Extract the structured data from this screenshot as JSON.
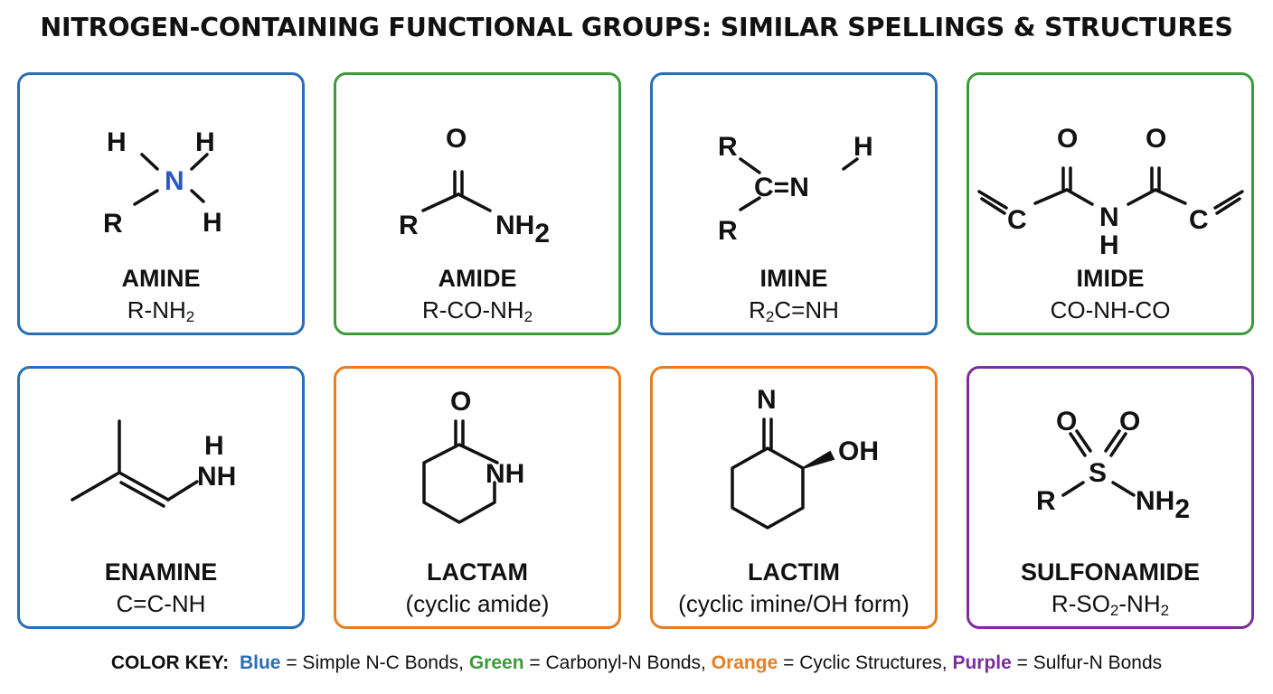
{
  "title": "NITROGEN-CONTAINING FUNCTIONAL GROUPS: SIMILAR SPELLINGS & STRUCTURES",
  "colors": {
    "blue": "#2a6fb3",
    "green": "#3d9a3a",
    "orange": "#e67e22",
    "purple": "#7b2f9e",
    "nitrogen_atom": "#2a55c4"
  },
  "cards": [
    {
      "name": "AMINE",
      "formula_parts": [
        "R-NH",
        "2",
        ""
      ],
      "color": "blue",
      "atoms": {
        "h1": "H",
        "h2": "H",
        "h3": "H",
        "n": "N",
        "r": "R"
      }
    },
    {
      "name": "AMIDE",
      "formula_parts": [
        "R-CO-NH",
        "2",
        ""
      ],
      "color": "green",
      "atoms": {
        "o": "O",
        "r": "R",
        "nh": "NH",
        "sub": "2"
      }
    },
    {
      "name": "IMINE",
      "formula_parts": [
        "R",
        "2",
        "C=NH"
      ],
      "color": "blue",
      "atoms": {
        "r1": "R",
        "r2": "R",
        "c": "C",
        "eq": "=",
        "n": "N",
        "h": "H"
      }
    },
    {
      "name": "IMIDE",
      "formula_parts": [
        "CO-NH-CO",
        "",
        ""
      ],
      "color": "green",
      "atoms": {
        "o1": "O",
        "o2": "O",
        "c1": "C",
        "c2": "C",
        "n": "N",
        "h": "H"
      }
    },
    {
      "name": "ENAMINE",
      "formula_parts": [
        "C=C-NH",
        "",
        ""
      ],
      "color": "blue",
      "atoms": {
        "h": "H",
        "nh": "NH"
      }
    },
    {
      "name": "LACTAM",
      "formula_parts": [
        "(cyclic amide)",
        "",
        ""
      ],
      "color": "orange",
      "atoms": {
        "o": "O",
        "nh": "NH"
      }
    },
    {
      "name": "LACTIM",
      "formula_parts": [
        "(cyclic imine/OH form)",
        "",
        ""
      ],
      "color": "orange",
      "atoms": {
        "n": "N",
        "oh": "OH"
      }
    },
    {
      "name": "SULFONAMIDE",
      "formula_parts": [
        "R-SO",
        "2",
        "-NH"
      ],
      "formula_tail_sub": "2",
      "color": "purple",
      "atoms": {
        "o1": "O",
        "o2": "O",
        "s": "S",
        "r": "R",
        "nh": "NH",
        "sub": "2"
      }
    }
  ],
  "legend": {
    "prefix": "COLOR KEY:",
    "items": [
      {
        "color_word": "Blue",
        "text": " = Simple N-C Bonds,",
        "color": "blue"
      },
      {
        "color_word": "Green",
        "text": " = Carbonyl-N Bonds,",
        "color": "green"
      },
      {
        "color_word": "Orange",
        "text": " = Cyclic Structures,",
        "color": "orange"
      },
      {
        "color_word": "Purple",
        "text": " = Sulfur-N Bonds",
        "color": "purple"
      }
    ]
  }
}
